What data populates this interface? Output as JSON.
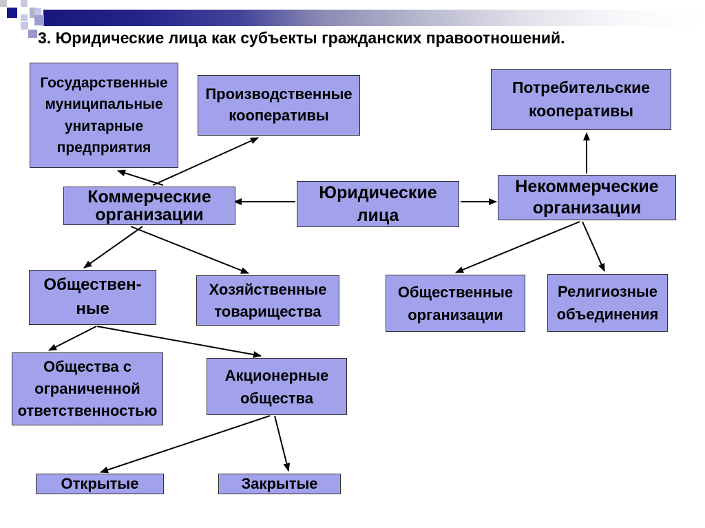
{
  "slide": {
    "title": "3. Юридические лица как субъекты гражданских правоотношений.",
    "colors": {
      "node_fill": "#a2a2ec",
      "node_border": "#2e2e2e",
      "header_bar_dark": "#17177e",
      "mosaic_navy": "#17178b",
      "mosaic_light_lavender": "#c7c7e8",
      "mosaic_medium_lavender": "#9f9fd2",
      "mosaic_gray": "#c9c9c9",
      "bullet_square": "#9898cc",
      "arrow": "#000000",
      "text": "#000000",
      "background": "#ffffff"
    }
  },
  "nodes": {
    "gov_unitary": {
      "label": "Государственные\nмуниципальные\nунитарные\nпредприятия"
    },
    "production_coop": {
      "label": "Производственные\nкооперативы"
    },
    "consumer_coop": {
      "label": "Потребительские\nкооперативы"
    },
    "commercial": {
      "label": "Коммерческие\nорганизации"
    },
    "legal_entities": {
      "label": "Юридические\nлица"
    },
    "noncommercial": {
      "label": "Некоммерческие\nорганизации"
    },
    "obshchestvennye": {
      "label": "Обществен-\nные"
    },
    "partnerships": {
      "label": "Хозяйственные\nтоварищества"
    },
    "public_orgs": {
      "label": "Общественные\nорганизации"
    },
    "religious": {
      "label": "Религиозные\nобъединения"
    },
    "ooo": {
      "label": "Общества с\nограниченной\nответственностью"
    },
    "joint_stock": {
      "label": "Акционерные\nобщества"
    },
    "open": {
      "label": "Открытые"
    },
    "closed": {
      "label": "Закрытые"
    }
  },
  "edges": [
    {
      "from": "legal_entities",
      "to": "commercial"
    },
    {
      "from": "legal_entities",
      "to": "noncommercial"
    },
    {
      "from": "commercial",
      "to": "gov_unitary"
    },
    {
      "from": "commercial",
      "to": "production_coop"
    },
    {
      "from": "noncommercial",
      "to": "consumer_coop"
    },
    {
      "from": "commercial",
      "to": "obshchestvennye"
    },
    {
      "from": "commercial",
      "to": "partnerships"
    },
    {
      "from": "noncommercial",
      "to": "public_orgs"
    },
    {
      "from": "noncommercial",
      "to": "religious"
    },
    {
      "from": "obshchestvennye",
      "to": "ooo"
    },
    {
      "from": "obshchestvennye",
      "to": "joint_stock"
    },
    {
      "from": "joint_stock",
      "to": "open"
    },
    {
      "from": "joint_stock",
      "to": "closed"
    }
  ]
}
